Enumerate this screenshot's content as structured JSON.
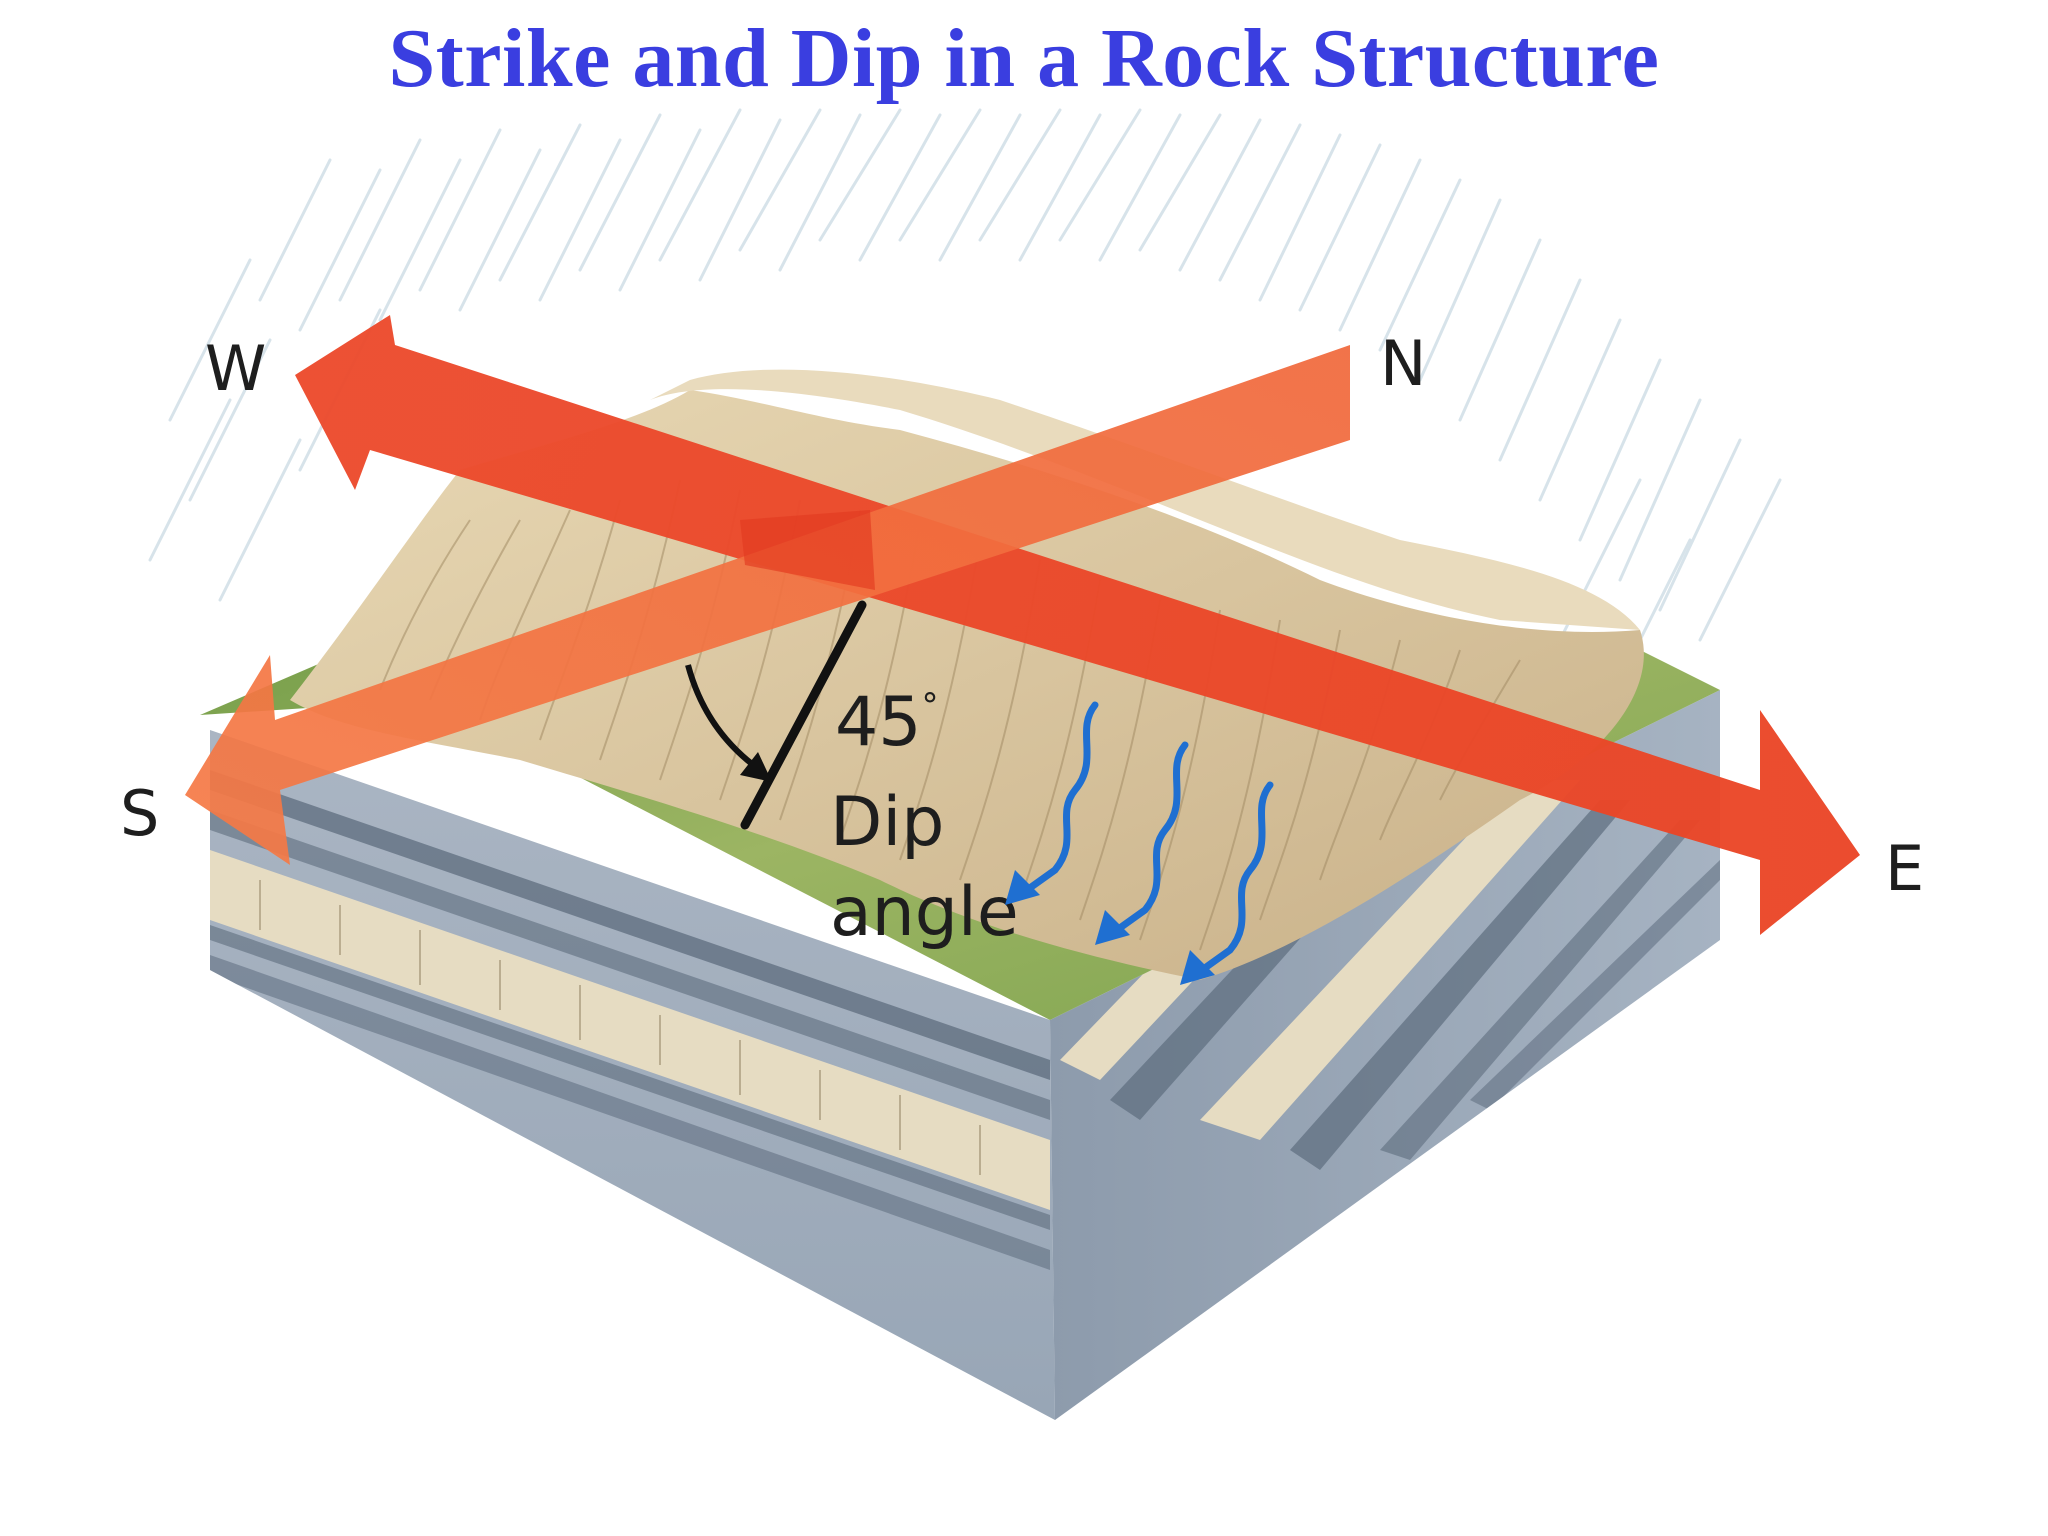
{
  "title": "Strike and Dip in a Rock Structure",
  "compass": {
    "north": "N",
    "south": "S",
    "east": "E",
    "west": "W"
  },
  "dip": {
    "angle": "45",
    "degree_symbol": "°",
    "label_line1": "Dip",
    "label_line2": "angle"
  },
  "colors": {
    "title": "#3a3ee0",
    "arrow_red": "#e8452a",
    "arrow_orange": "#f26a3a",
    "grass": "#8aa857",
    "ridge": "#d9c49c",
    "rock_blue": "#a9b6c5",
    "rock_dark": "#5d6c7d",
    "rock_light": "#e6dcc2",
    "water_arrow": "#1f6fd1",
    "rain": "#b7cdd9"
  },
  "icons": [
    "rain-streaks",
    "strike-arrow",
    "dip-direction-arrow",
    "water-flow-arrow"
  ]
}
